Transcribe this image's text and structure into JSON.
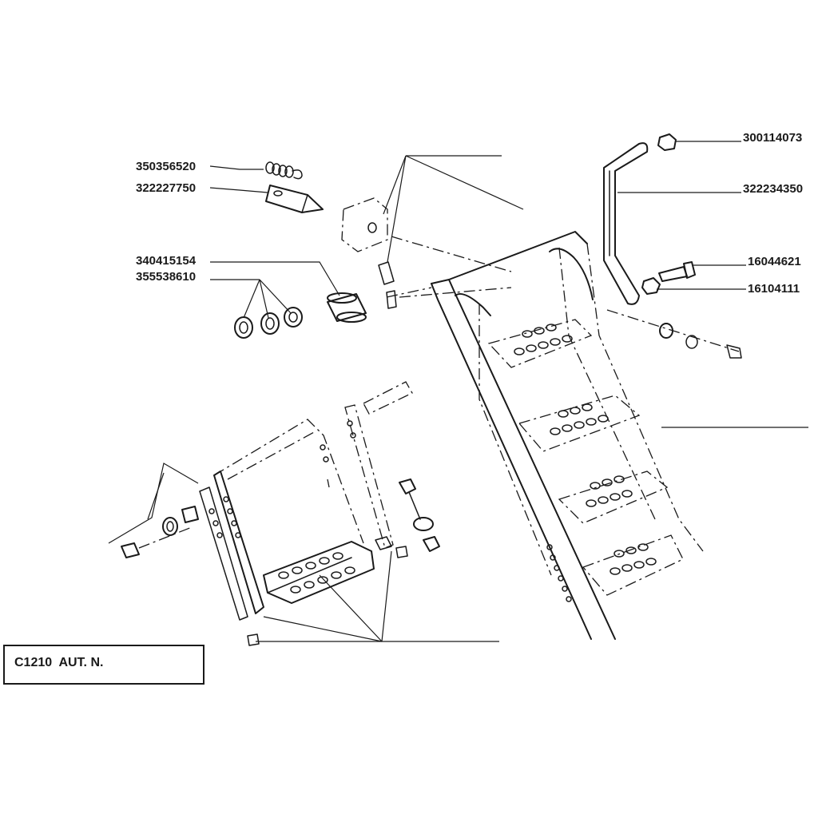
{
  "title": {
    "text": "C1210  AUT. N."
  },
  "parts": [
    {
      "id": "p300114073",
      "number": "300114073"
    },
    {
      "id": "p322234350",
      "number": "322234350"
    },
    {
      "id": "p350356520",
      "number": "350356520"
    },
    {
      "id": "p322227750",
      "number": "322227750"
    },
    {
      "id": "p340415154",
      "number": "340415154"
    },
    {
      "id": "p355538610",
      "number": "355538610"
    },
    {
      "id": "p16044621",
      "number": "16044621"
    },
    {
      "id": "p16104111",
      "number": "16104111"
    }
  ],
  "colors": {
    "ink": "#1a1a1a",
    "paper": "#ffffff"
  }
}
